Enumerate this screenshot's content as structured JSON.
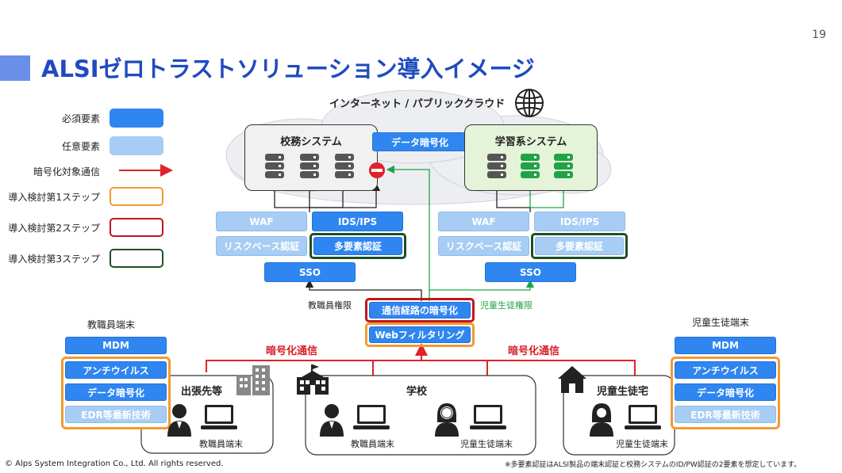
{
  "page_number": "19",
  "title": "ALSIゼロトラストソリューション導入イメージ",
  "legend": {
    "required": "必須要素",
    "optional": "任意要素",
    "encrypted": "暗号化対象通信",
    "step1": "導入検討第1ステップ",
    "step2": "導入検討第2ステップ",
    "step3": "導入検討第3ステップ"
  },
  "cloud_label": "インターネット / パブリッククラウド",
  "school_system": {
    "title": "校務システム",
    "waf": "WAF",
    "ids": "IDS/IPS",
    "risk": "リスクベース認証",
    "mfa": "多要素認証",
    "sso": "SSO"
  },
  "learning_system": {
    "title": "学習系システム",
    "waf": "WAF",
    "ids": "IDS/IPS",
    "risk": "リスクベース認証",
    "mfa": "多要素認証",
    "sso": "SSO"
  },
  "data_encryption_center": "データ暗号化",
  "staff_permission": "教職員権限",
  "student_permission": "児童生徒権限",
  "path_encryption": "通信経路の暗号化",
  "web_filtering": "Webフィルタリング",
  "encrypted_comm_left": "暗号化通信",
  "encrypted_comm_right": "暗号化通信",
  "staff_terminal_group": {
    "title": "教職員端末",
    "mdm": "MDM",
    "antivirus": "アンチウイルス",
    "data_enc": "データ暗号化",
    "edr": "EDR等最新技術"
  },
  "student_terminal_group": {
    "title": "児童生徒端末",
    "mdm": "MDM",
    "antivirus": "アンチウイルス",
    "data_enc": "データ暗号化",
    "edr": "EDR等最新技術"
  },
  "places": {
    "business_trip": "出張先等",
    "school": "学校",
    "home": "児童生徒宅"
  },
  "devices": {
    "trip_staff": "教職員端末",
    "school_staff": "教職員端末",
    "school_student": "児童生徒端末",
    "home_student": "児童生徒端末"
  },
  "copyright": "© Alps System Integration Co., Ltd. All rights reserved.",
  "footnote": "※多要素認証はALSI製品の端末認証と校務システムのID/PW認証の2要素を想定しています。",
  "colors": {
    "required": "#2f86f0",
    "optional": "#a7cdf5",
    "step1": "#f39a2e",
    "step2": "#c0161e",
    "step3": "#1e4f24",
    "encrypted_line": "#e0232a",
    "student_line": "#1fa346"
  }
}
